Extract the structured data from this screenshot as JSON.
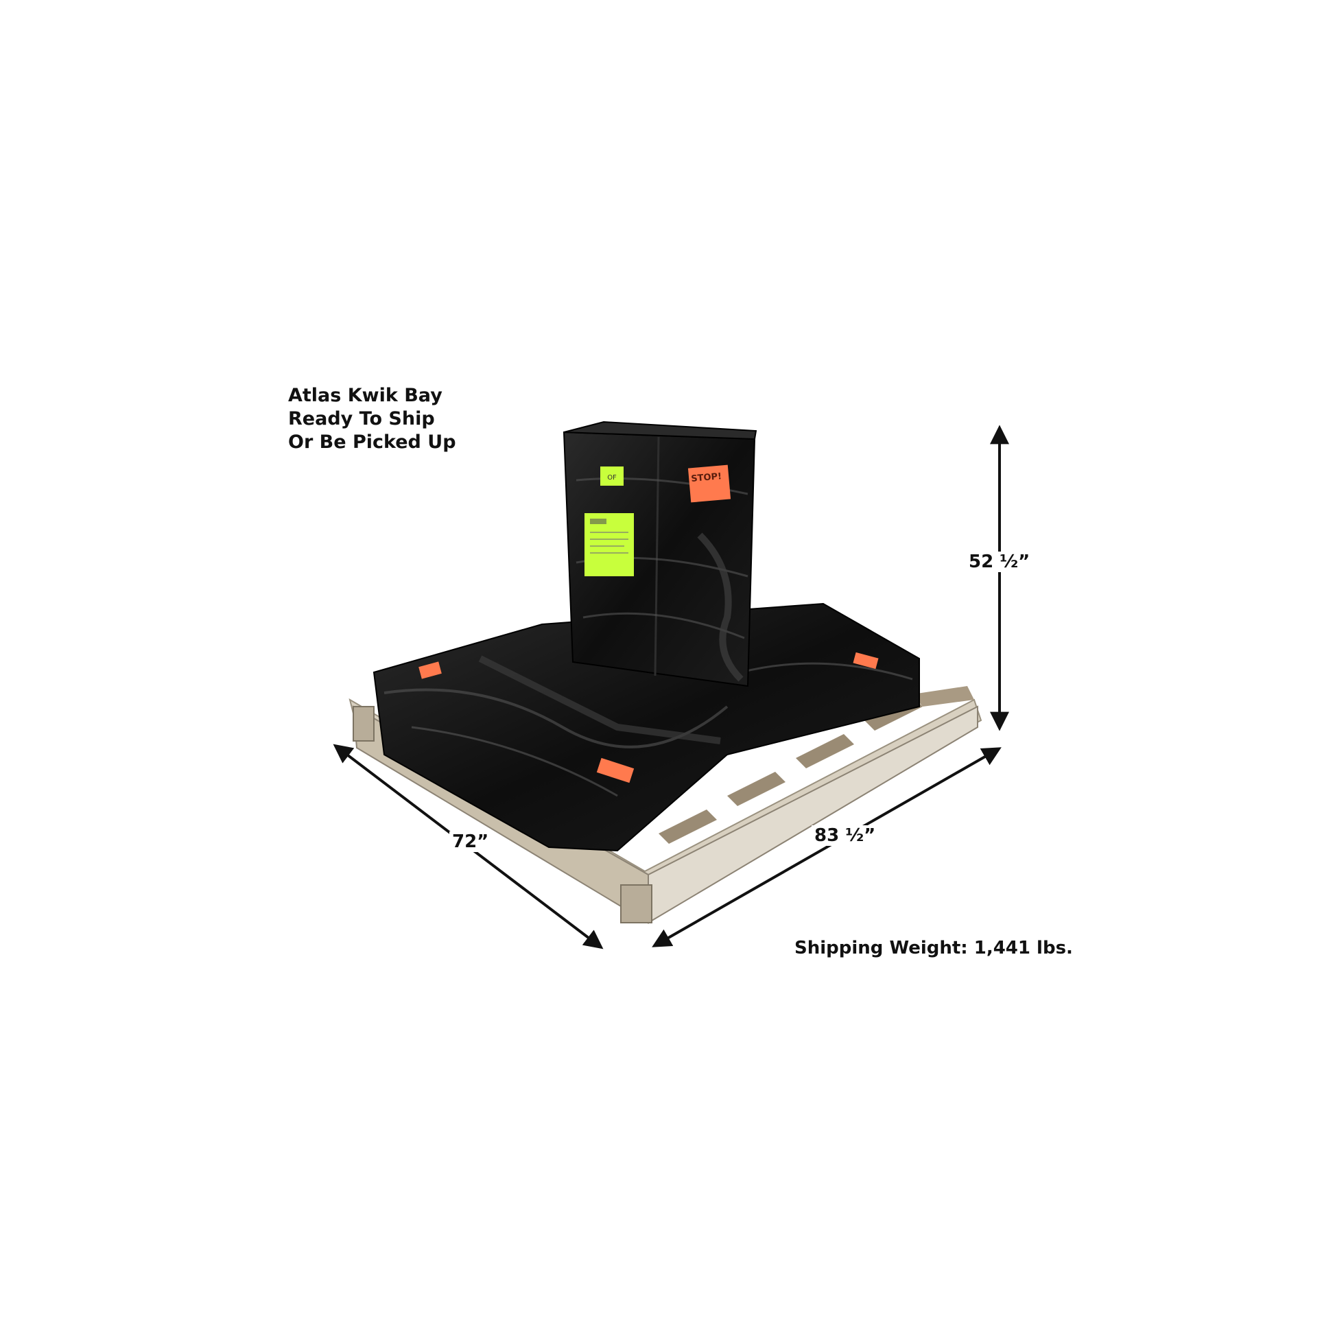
{
  "caption": {
    "lines": [
      "Atlas Kwik Bay",
      "Ready To Ship",
      "Or Be Picked Up"
    ]
  },
  "dimensions": {
    "height": "52 ½”",
    "depth": "72”",
    "width": "83 ½”"
  },
  "shipping": {
    "weight_text": "Shipping Weight: 1,441 lbs."
  },
  "labels": {
    "stop": "STOP!",
    "small_tag": "OF"
  },
  "colors": {
    "wrap": "#141414",
    "pallet_wood": "#cfc7b7",
    "pallet_shadow": "#8c8374",
    "label_green": "#c8ff3c",
    "label_orange": "#ff7a4e",
    "arrow": "#111111"
  }
}
